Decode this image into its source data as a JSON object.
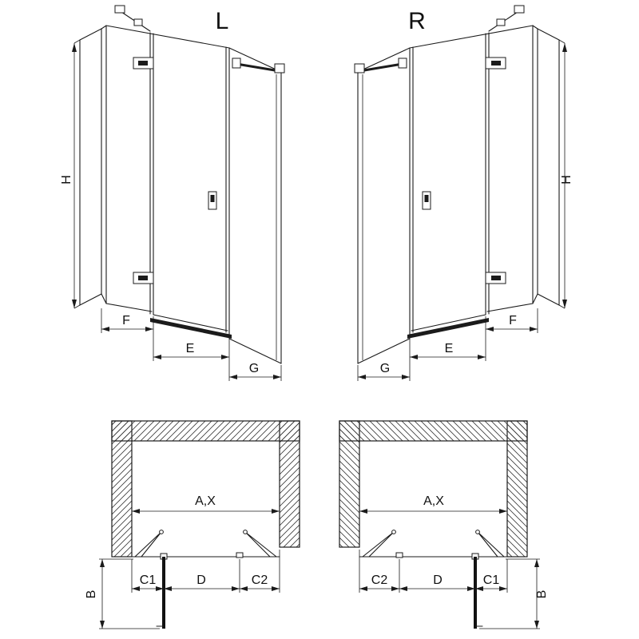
{
  "drawing": {
    "variants": [
      {
        "label": "L"
      },
      {
        "label": "R"
      }
    ],
    "elevation_labels": {
      "height": "H",
      "wall_panel": "F",
      "door": "E",
      "side_panel": "G"
    },
    "plan_labels": {
      "width": "A,X",
      "c1": "C1",
      "door_width": "D",
      "c2": "C2",
      "depth": "B"
    }
  }
}
